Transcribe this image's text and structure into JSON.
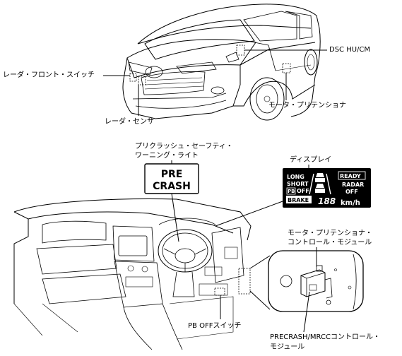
{
  "labels": {
    "dsc": "DSC HU/CM",
    "radar_front_switch": "レーダ・フロント・スイッチ",
    "radar_sensor": "レーダ・センサ",
    "motor_pretensioner": "モータ・プリテンショナ",
    "precrash_light_line1": "プリクラッシュ・セーフティ・",
    "precrash_light_line2": "ワーニング・ライト",
    "display": "ディスプレイ",
    "motor_pretensioner_cm_line1": "モータ・プリテンショナ・",
    "motor_pretensioner_cm_line2": "コントロール・モジュール",
    "pb_off_switch": "PB OFFスイッチ",
    "precrash_mrcc_line1": "PRECRASH/MRCCコントロール・",
    "precrash_mrcc_line2": "モジュール"
  },
  "warning_light": {
    "line1": "PRE",
    "line2": "CRASH"
  },
  "display_panel": {
    "long": "LONG",
    "short": "SHORT",
    "pb": "PB",
    "off_left": "OFF",
    "brake": "BRAKE",
    "ready": "READY",
    "radar": "RADAR",
    "off_right": "OFF",
    "digits": "188",
    "unit": "km/h"
  }
}
